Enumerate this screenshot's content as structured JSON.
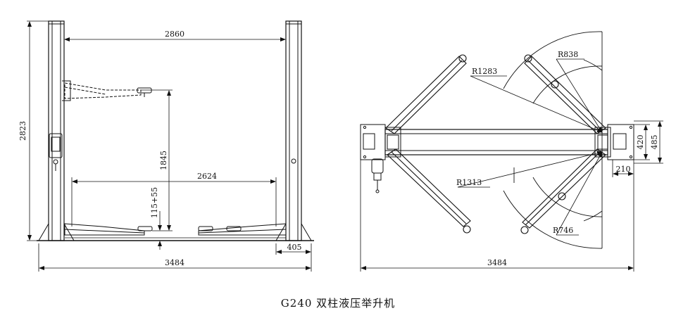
{
  "caption": "G240 双柱液压举升机",
  "front_view": {
    "column_span": "2860",
    "overall_height": "2823",
    "lift_travel": "1845",
    "arm_span": "2624",
    "min_height": "115+55",
    "base_plate_width": "405",
    "overall_width": "3484"
  },
  "top_view": {
    "arm_radius_long": "R1283",
    "arm_radius_short": "R838",
    "arm_radius_lower_long": "R1313",
    "arm_radius_lower_short": "R746",
    "column_depth": "420",
    "base_depth": "485",
    "column_offset": "210",
    "overall_width": "3484"
  }
}
